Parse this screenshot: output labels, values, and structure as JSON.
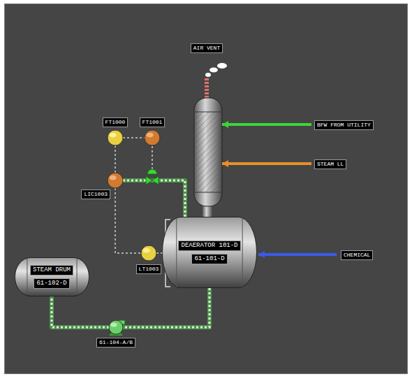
{
  "diagram": {
    "nodes": [
      {
        "text": [
          "FT1000"
        ]
      },
      {
        "text": [
          "FT1001"
        ]
      },
      {
        "text": [
          "LIC1003"
        ]
      },
      {
        "text": [
          "DEAERATOR 101-D",
          "61-101-D"
        ]
      },
      {
        "text": [
          "LT1003"
        ]
      },
      {
        "text": [
          "STEAM DRUM",
          "61-102-D"
        ]
      },
      {
        "text": [
          "61-104-A/B"
        ]
      }
    ],
    "edges": [
      {
        "from": 0,
        "to": 1,
        "arrow": "none"
      },
      {
        "from": 0,
        "to": 2,
        "arrow": "none"
      },
      {
        "from": 2,
        "to": 4,
        "arrow": "none"
      },
      {
        "from": 4,
        "to": 3,
        "arrow": "none"
      },
      {
        "from": 2,
        "to": 3,
        "arrow": "none"
      },
      {
        "from": 3,
        "to": 6,
        "arrow": "none"
      },
      {
        "from": 6,
        "to": 5,
        "arrow": "none"
      }
    ],
    "labels": [
      "AIR VENT",
      "BFW FROM UTILITY",
      "STEAM LL",
      "CHEMICAL"
    ]
  }
}
